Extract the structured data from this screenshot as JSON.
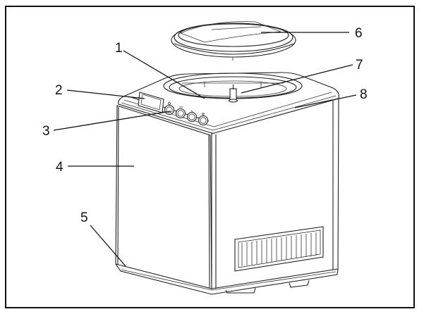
{
  "callouts": {
    "c1": "1",
    "c2": "2",
    "c3": "3",
    "c4": "4",
    "c5": "5",
    "c6": "6",
    "c7": "7",
    "c8": "8"
  },
  "colors": {
    "line": "#222222",
    "background": "#ffffff"
  }
}
